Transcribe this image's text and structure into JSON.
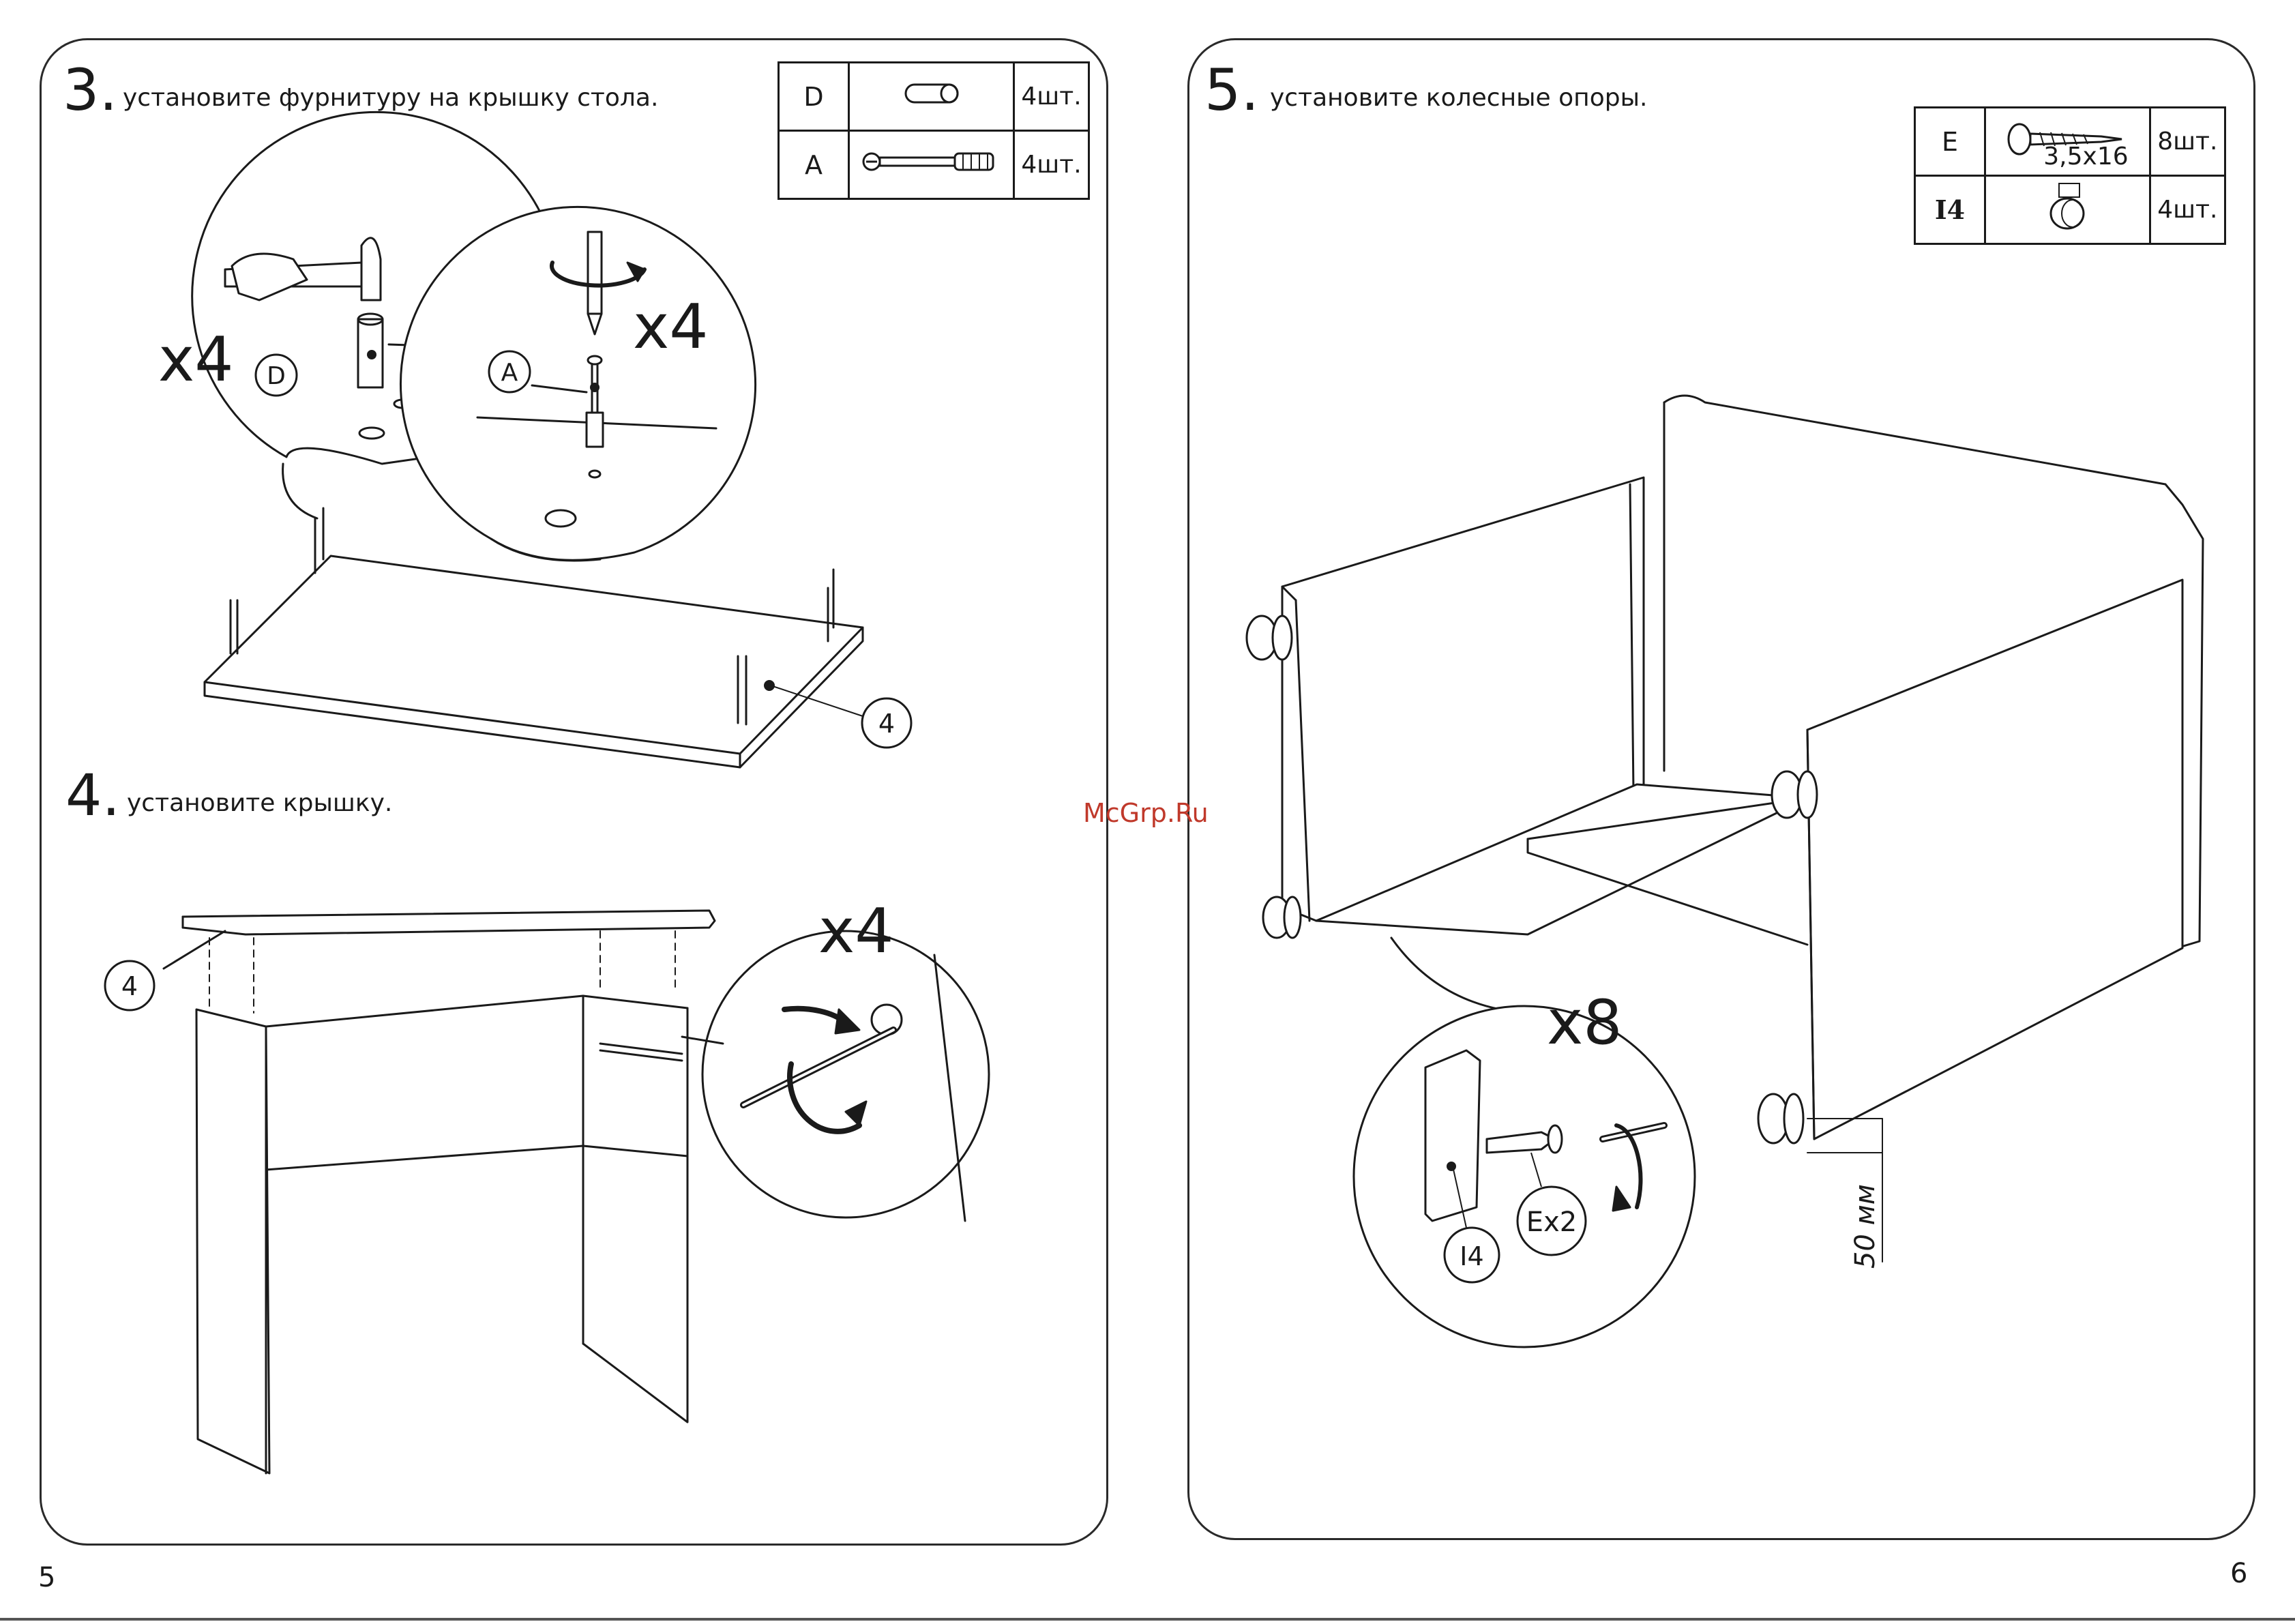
{
  "left_page": {
    "page_number": "5",
    "step3": {
      "number": "3.",
      "text": "установите фурнитуру на крышку стола."
    },
    "step4": {
      "number": "4.",
      "text": "установите крышку."
    },
    "parts_table": [
      {
        "code": "D",
        "icon": "dowel-icon",
        "qty": "4шт."
      },
      {
        "code": "A",
        "icon": "cam-bolt-icon",
        "qty": "4шт."
      }
    ],
    "callouts": {
      "x4_dowel": "x4",
      "x4_bolt": "x4",
      "label_d": "D",
      "label_a": "A",
      "label_4_top": "4",
      "x4_step4": "x4",
      "label_4_step4": "4"
    }
  },
  "right_page": {
    "page_number": "6",
    "step5": {
      "number": "5.",
      "text": "установите колесные опоры."
    },
    "parts_table": [
      {
        "code": "E",
        "icon": "screw-icon",
        "size": "3,5x16",
        "qty": "8шт."
      },
      {
        "code": "I4",
        "icon": "caster-wheel-icon",
        "qty": "4шт."
      }
    ],
    "callouts": {
      "x8": "x8",
      "label_i4": "I4",
      "label_ex2": "Ex2",
      "dimension": "50 мм"
    }
  },
  "watermark": "McGrp.Ru"
}
